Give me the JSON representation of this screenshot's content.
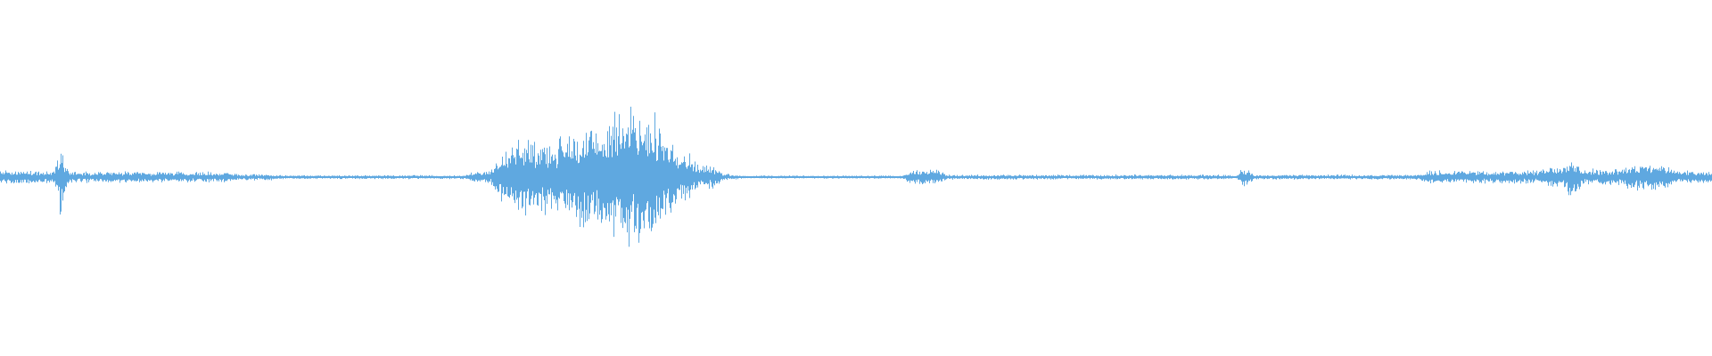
{
  "waveform": {
    "color": "#5fa8e0",
    "background": "#ffffff",
    "samples_per_column": 1,
    "segments": [
      {
        "t0": 0.0,
        "t1": 0.03,
        "amp": 0.04
      },
      {
        "t0": 0.03,
        "t1": 0.036,
        "amp": 0.05
      },
      {
        "t0": 0.0345,
        "t1": 0.0365,
        "amp": 0.28,
        "spike": true
      },
      {
        "t0": 0.036,
        "t1": 0.075,
        "amp": 0.035
      },
      {
        "t0": 0.075,
        "t1": 0.135,
        "amp": 0.032
      },
      {
        "t0": 0.135,
        "t1": 0.16,
        "amp": 0.02
      },
      {
        "t0": 0.16,
        "t1": 0.275,
        "amp": 0.012
      },
      {
        "t0": 0.275,
        "t1": 0.29,
        "amp": 0.04
      },
      {
        "t0": 0.29,
        "t1": 0.3,
        "amp": 0.15
      },
      {
        "t0": 0.3,
        "t1": 0.33,
        "amp": 0.23
      },
      {
        "t0": 0.33,
        "t1": 0.355,
        "amp": 0.3
      },
      {
        "t0": 0.355,
        "t1": 0.375,
        "amp": 0.42
      },
      {
        "t0": 0.375,
        "t1": 0.385,
        "amp": 0.38
      },
      {
        "t0": 0.385,
        "t1": 0.395,
        "amp": 0.26
      },
      {
        "t0": 0.395,
        "t1": 0.405,
        "amp": 0.16
      },
      {
        "t0": 0.405,
        "t1": 0.42,
        "amp": 0.07
      },
      {
        "t0": 0.42,
        "t1": 0.43,
        "amp": 0.02
      },
      {
        "t0": 0.43,
        "t1": 0.53,
        "amp": 0.01
      },
      {
        "t0": 0.53,
        "t1": 0.55,
        "amp": 0.045
      },
      {
        "t0": 0.55,
        "t1": 0.72,
        "amp": 0.015
      },
      {
        "t0": 0.725,
        "t1": 0.729,
        "amp": 0.09,
        "spike": true
      },
      {
        "t0": 0.729,
        "t1": 0.83,
        "amp": 0.015
      },
      {
        "t0": 0.83,
        "t1": 0.9,
        "amp": 0.04
      },
      {
        "t0": 0.9,
        "t1": 0.915,
        "amp": 0.06
      },
      {
        "t0": 0.916,
        "t1": 0.921,
        "amp": 0.15,
        "spike": true
      },
      {
        "t0": 0.921,
        "t1": 0.95,
        "amp": 0.05
      },
      {
        "t0": 0.95,
        "t1": 0.975,
        "amp": 0.08
      },
      {
        "t0": 0.975,
        "t1": 1.0,
        "amp": 0.04
      }
    ]
  }
}
